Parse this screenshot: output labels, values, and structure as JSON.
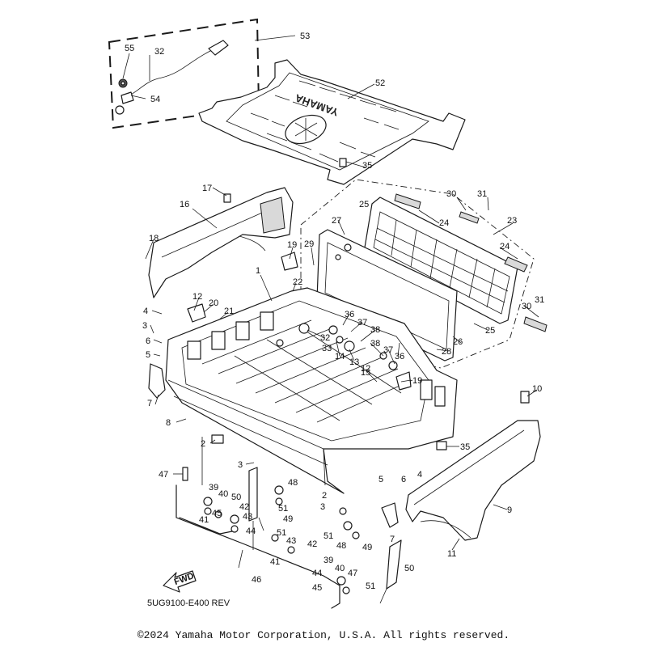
{
  "diagram": {
    "drawing_code": "5UG9100-E400 REV",
    "direction_label": "FWD",
    "mat_logo": "YAMAHA",
    "callouts": [
      "1",
      "2",
      "3",
      "4",
      "5",
      "6",
      "7",
      "8",
      "9",
      "10",
      "11",
      "12",
      "13",
      "14",
      "15",
      "16",
      "17",
      "18",
      "19",
      "20",
      "21",
      "22",
      "23",
      "24",
      "25",
      "26",
      "27",
      "28",
      "29",
      "30",
      "31",
      "32",
      "33",
      "35",
      "36",
      "37",
      "38",
      "39",
      "40",
      "41",
      "42",
      "43",
      "44",
      "45",
      "46",
      "47",
      "48",
      "49",
      "50",
      "51",
      "52",
      "53",
      "54",
      "55"
    ]
  },
  "footer": {
    "copyright": "©2024 Yamaha Motor Corporation, U.S.A. All rights reserved."
  }
}
